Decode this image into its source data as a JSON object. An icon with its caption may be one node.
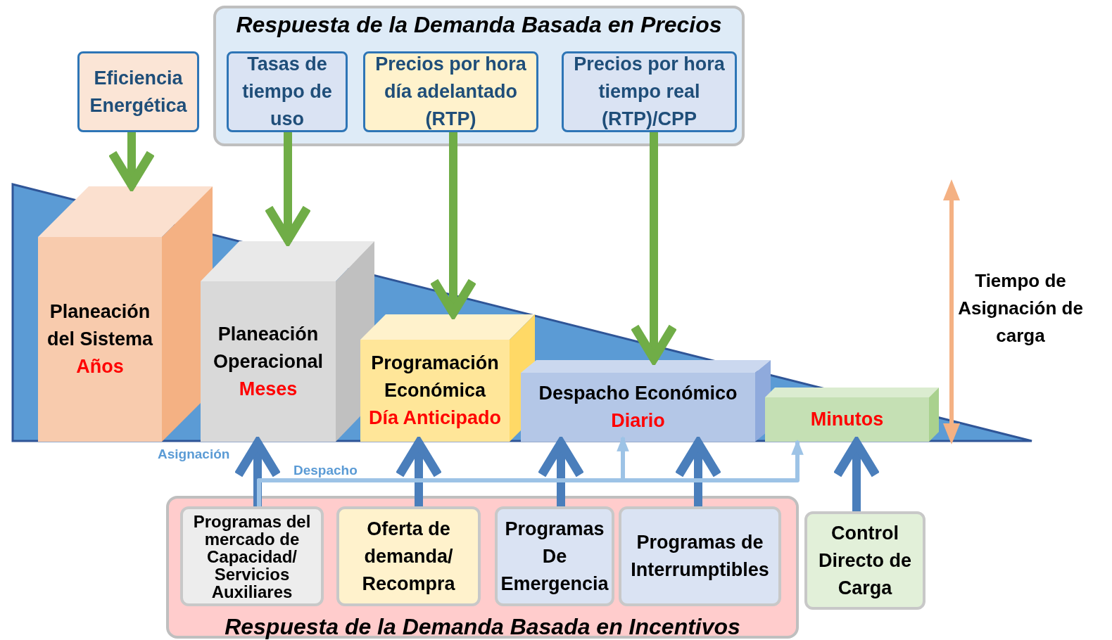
{
  "diagram": {
    "nodes": [
      {
        "text": [
          "Respuesta de la Demanda Basada en Precios"
        ]
      },
      {
        "text": [
          "Tasas de tiempo de uso"
        ],
        "in": 0
      },
      {
        "text": [
          "Precios por hora día adelantado (RTP)"
        ],
        "in": 0
      },
      {
        "text": [
          "Precios por hora tiempo real (RTP)/CPP"
        ],
        "in": 0
      },
      {
        "text": [
          "Eficiencia Energética"
        ]
      },
      {
        "text": [
          "Planeación del Sistema",
          "Años"
        ]
      },
      {
        "text": [
          "Planeación Operacional",
          "Meses"
        ]
      },
      {
        "text": [
          "Programación Económica",
          "Día Anticipado"
        ]
      },
      {
        "text": [
          "Despacho Económico",
          "Diario"
        ]
      },
      {
        "text": [
          "Minutos"
        ]
      },
      {
        "text": [
          "Respuesta de la Demanda Basada en Incentivos"
        ]
      },
      {
        "text": [
          "Programas del mercado de Capacidad/ Servicios Auxiliares"
        ],
        "in": 10
      },
      {
        "text": [
          "Oferta de demanda/ Recompra"
        ],
        "in": 10
      },
      {
        "text": [
          "Programas De Emergencia"
        ],
        "in": 10
      },
      {
        "text": [
          "Programas de Interrumptibles"
        ],
        "in": 10
      },
      {
        "text": [
          "Control Directo de Carga"
        ]
      }
    ],
    "edges": [
      {
        "from": 4,
        "to": 5,
        "arrow": "to",
        "color": "#70ad47"
      },
      {
        "from": 1,
        "to": 6,
        "arrow": "to",
        "color": "#70ad47"
      },
      {
        "from": 2,
        "to": 7,
        "arrow": "to",
        "color": "#70ad47"
      },
      {
        "from": 3,
        "to": 8,
        "arrow": "to",
        "color": "#70ad47"
      },
      {
        "from": 11,
        "to": 6,
        "arrow": "to"
      },
      {
        "from": 12,
        "to": 7,
        "arrow": "to"
      },
      {
        "from": 13,
        "to": 8,
        "arrow": "to"
      },
      {
        "from": 14,
        "to": 8,
        "arrow": "to"
      },
      {
        "from": 15,
        "to": 9,
        "arrow": "to"
      },
      {
        "from": 11,
        "to": 8,
        "arrow": "to",
        "color": "#9dc3e6"
      },
      {
        "from": 11,
        "to": 9,
        "arrow": "to",
        "color": "#9dc3e6"
      }
    ],
    "labels": [
      "Asignación",
      "Despacho",
      "Tiempo de Asignación de carga"
    ]
  }
}
